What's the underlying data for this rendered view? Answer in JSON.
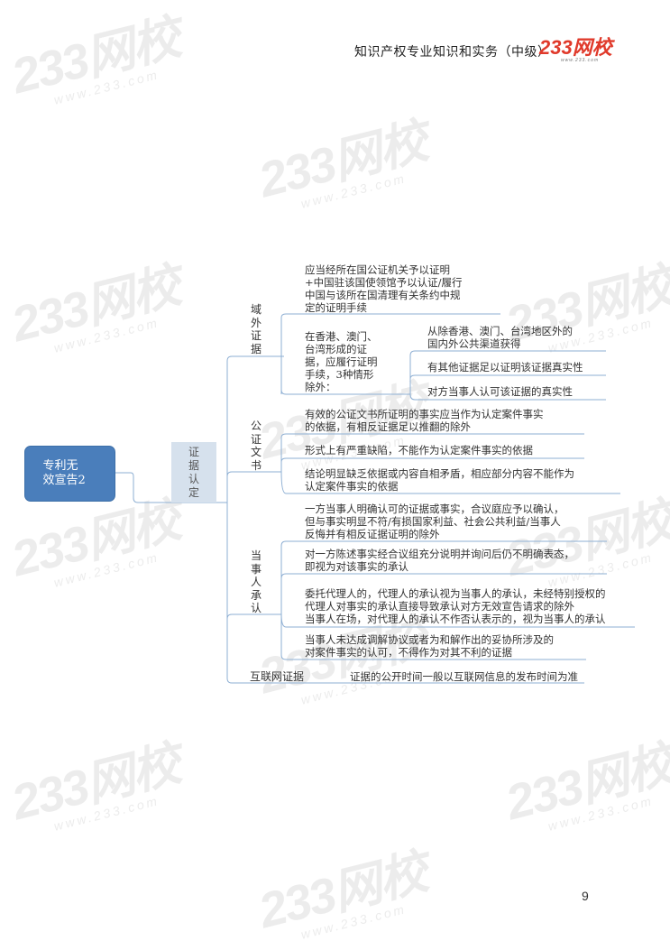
{
  "header": {
    "title": "知识产权专业知识和实务（中级）",
    "logo_text": "233网校",
    "logo_sub": "www.233.com"
  },
  "watermark": {
    "big": "233网校",
    "small": "www.233.com"
  },
  "colors": {
    "root_fill": "#4a7ebb",
    "l1_fill": "#d6e1ed",
    "connector": "#8eafd3",
    "logo_red": "#e03a2b"
  },
  "mindmap": {
    "root": {
      "line1": "专利无",
      "line2": "效宣告2"
    },
    "level1": {
      "chars": [
        "证",
        "据",
        "认",
        "定"
      ]
    },
    "branches": [
      {
        "label_chars": [
          "域",
          "外",
          "证",
          "据"
        ],
        "items": [
          {
            "lines": [
              "应当经所在国公证机关予以证明",
              "+中国驻该国使领馆予以认证/履行",
              "中国与该所在国清理有关条约中规",
              "定的证明手续"
            ]
          },
          {
            "lines": [
              "在香港、澳门、",
              "台湾形成的证",
              "据，应履行证明",
              "手续，3种情形",
              "除外："
            ],
            "children": [
              {
                "lines": [
                  "从除香港、澳门、台湾地区外的",
                  "国内外公共渠道获得"
                ]
              },
              {
                "lines": [
                  "有其他证据足以证明该证据真实性"
                ]
              },
              {
                "lines": [
                  "对方当事人认可该证据的真实性"
                ]
              }
            ]
          }
        ]
      },
      {
        "label_chars": [
          "公",
          "证",
          "文",
          "书"
        ],
        "items": [
          {
            "lines": [
              "有效的公证文书所证明的事实应当作为认定案件事实",
              "的依据，有相反证据足以推翻的除外"
            ]
          },
          {
            "lines": [
              "形式上有严重缺陷，不能作为认定案件事实的依据"
            ]
          },
          {
            "lines": [
              "结论明显缺乏依据或内容自相矛盾，相应部分内容不能作为",
              "认定案件事实的依据"
            ]
          }
        ]
      },
      {
        "label_chars": [
          "当",
          "事",
          "人",
          "承",
          "认"
        ],
        "items": [
          {
            "lines": [
              "一方当事人明确认可的证据或事实，合议庭应予以确认，",
              "但与事实明显不符/有损国家利益、社会公共利益/当事人",
              "反悔并有相反证据证明的除外"
            ]
          },
          {
            "lines": [
              "对一方陈述事实经合议组充分说明并询问后仍不明确表态，",
              "即视为对该事实的承认"
            ]
          },
          {
            "lines": [
              "委托代理人的，代理人的承认视为当事人的承认，未经特别授权的",
              "代理人对事实的承认直接导致承认对方无效宣告请求的除外",
              "当事人在场，对代理人的承认不作否认表示的，视为当事人的承认"
            ]
          },
          {
            "lines": [
              "当事人未达成调解协议或者为和解作出的妥协所涉及的",
              "对案件事实的认可，不得作为对其不利的证据"
            ]
          }
        ]
      },
      {
        "label": "互联网证据",
        "items": [
          {
            "lines": [
              "证据的公开时间一般以互联网信息的发布时间为准"
            ]
          }
        ]
      }
    ]
  },
  "footer": {
    "page_number": "9"
  }
}
